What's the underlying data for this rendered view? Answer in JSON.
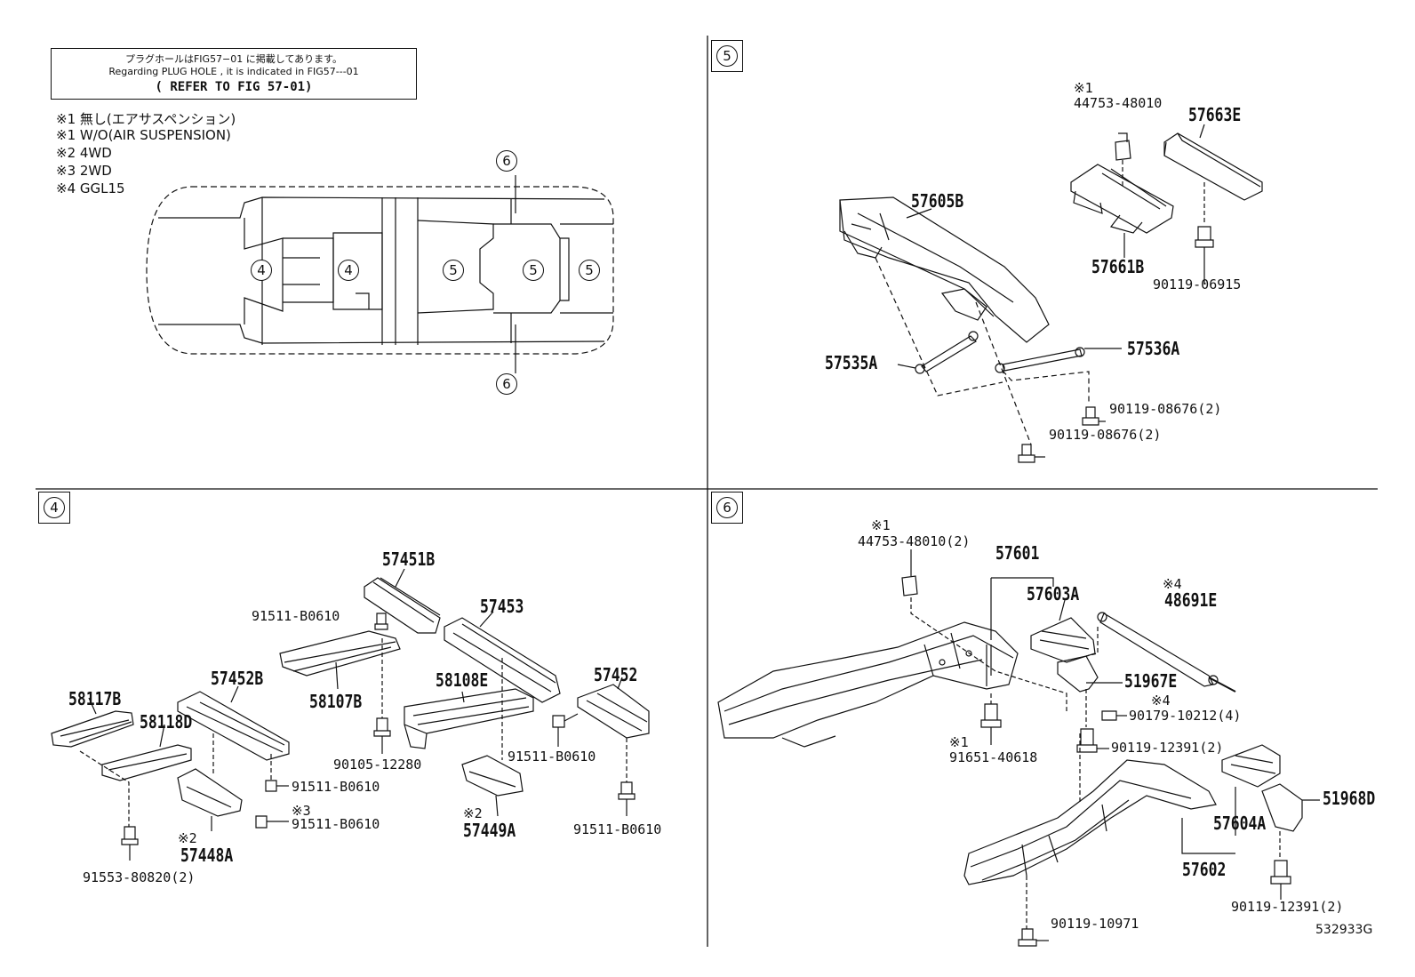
{
  "notice": {
    "line1": "プラグホールはFIG57−01 に掲載してあります。",
    "line2": "Regarding  PLUG HOLE , it is indicated in FIG57---01",
    "line3": "( REFER TO FIG 57-01)"
  },
  "legend": [
    "※1 無し(エアサスペンション)",
    "※1 W/O(AIR SUSPENSION)",
    "※2 4WD",
    "※3 2WD",
    "※4 GGL15"
  ],
  "overview_callouts": [
    "6",
    "4",
    "4",
    "5",
    "5",
    "5",
    "6"
  ],
  "sections": {
    "s5": "5",
    "s4": "4",
    "s6": "6"
  },
  "sec5": {
    "p57605B": "57605B",
    "note44753": "※1",
    "p44753": "44753-48010",
    "p57663E": "57663E",
    "p57661B": "57661B",
    "p90119_06915": "90119-06915",
    "p57535A": "57535A",
    "p57536A": "57536A",
    "p90119_08676a": "90119-08676(2)",
    "p90119_08676b": "90119-08676(2)"
  },
  "sec4": {
    "p57451B": "57451B",
    "p91511a": "91511-B0610",
    "p57453": "57453",
    "p57452B": "57452B",
    "p58107B": "58107B",
    "p58108E": "58108E",
    "p57452": "57452",
    "p58117B": "58117B",
    "p58118D": "58118D",
    "p90105": "90105-12280",
    "p91511b": "91511-B0610",
    "p91511c": "91511-B0610",
    "note3": "※3",
    "p91511d": "91511-B0610",
    "note2a": "※2",
    "p57449A": "57449A",
    "p91511e": "91511-B0610",
    "note2b": "※2",
    "p57448A": "57448A",
    "p91553": "91553-80820(2)"
  },
  "sec6": {
    "note1a": "※1",
    "p44753": "44753-48010(2)",
    "p57601": "57601",
    "p57603A": "57603A",
    "note4a": "※4",
    "p48691E": "48691E",
    "p51967E": "51967E",
    "note4b": "※4",
    "p90179": "90179-10212(4)",
    "p90119_12391a": "90119-12391(2)",
    "note1b": "※1",
    "p91651": "91651-40618",
    "p51968D": "51968D",
    "p57604A": "57604A",
    "p57602": "57602",
    "p90119_12391b": "90119-12391(2)",
    "p90119_10971": "90119-10971"
  },
  "figure_code": "532933G"
}
